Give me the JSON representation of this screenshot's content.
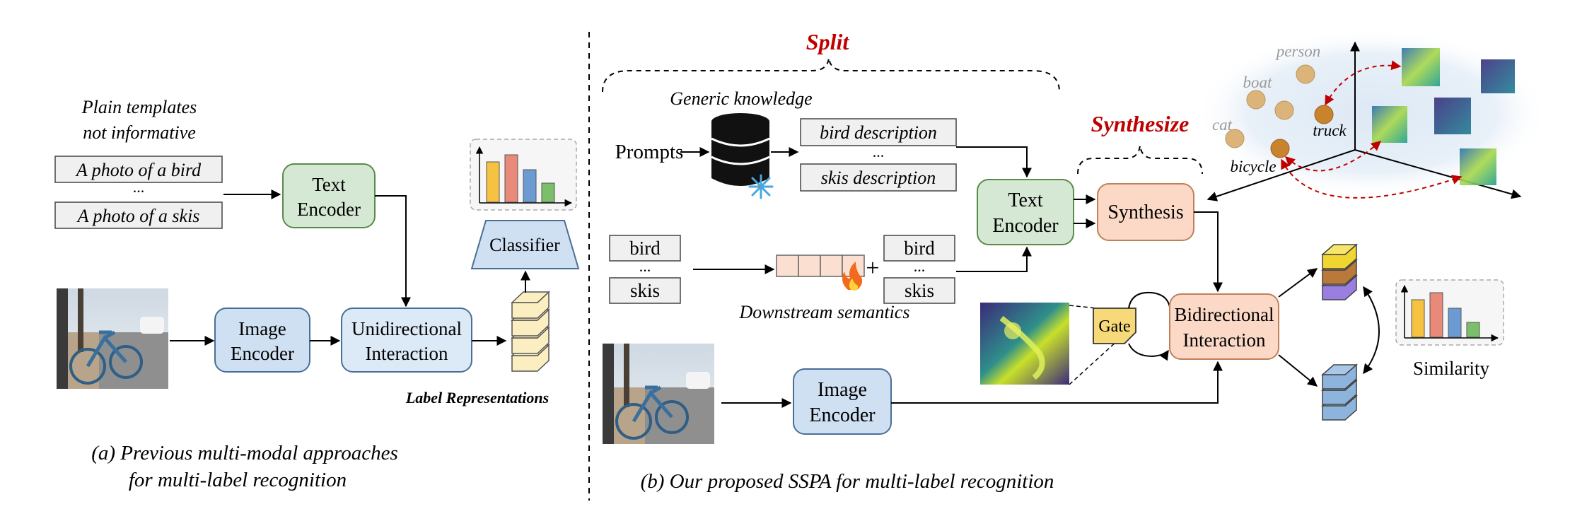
{
  "left": {
    "plain_note_line1": "Plain templates",
    "plain_note_line2": "not informative",
    "template_1": "A photo of a bird",
    "template_dots": "...",
    "template_2": "A photo of a skis",
    "text_encoder_line1": "Text",
    "text_encoder_line2": "Encoder",
    "image_encoder_line1": "Image",
    "image_encoder_line2": "Encoder",
    "unidirectional_line1": "Unidirectional",
    "unidirectional_line2": "Interaction",
    "classifier": "Classifier",
    "label_representations": "Label Representations",
    "caption_line1": "(a) Previous multi-modal approaches",
    "caption_line2": "for multi-label recognition"
  },
  "right": {
    "split": "Split",
    "synthesize": "Synthesize",
    "generic_knowledge": "Generic knowledge",
    "prompts": "Prompts",
    "bird_description": "bird description",
    "desc_dots": "...",
    "skis_description": "skis description",
    "label_bird": "bird",
    "label_dots": "...",
    "label_skis": "skis",
    "plus": "+",
    "downstream_semantics": "Downstream semantics",
    "text_encoder_line1": "Text",
    "text_encoder_line2": "Encoder",
    "synthesis": "Synthesis",
    "gate": "Gate",
    "bidirectional_line1": "Bidirectional",
    "bidirectional_line2": "Interaction",
    "image_encoder_line1": "Image",
    "image_encoder_line2": "Encoder",
    "similarity": "Similarity",
    "caption": "(b) Our proposed SSPA for multi-label recognition"
  },
  "embedding": {
    "person": "person",
    "boat": "boat",
    "cat": "cat",
    "truck": "truck",
    "bicycle": "bicycle"
  },
  "colors": {
    "green_box": "#d5e8d4",
    "green_border": "#5a8a4a",
    "blue_box": "#cfe0f3",
    "blue_border": "#4a6f96",
    "peach_box": "#fbd9c6",
    "peach_border": "#c0805a",
    "red_title": "#c00000",
    "bar_yellow": "#f5c242",
    "bar_red": "#e8897a",
    "bar_blue": "#6b9bd2",
    "bar_green": "#7cbf6a"
  }
}
